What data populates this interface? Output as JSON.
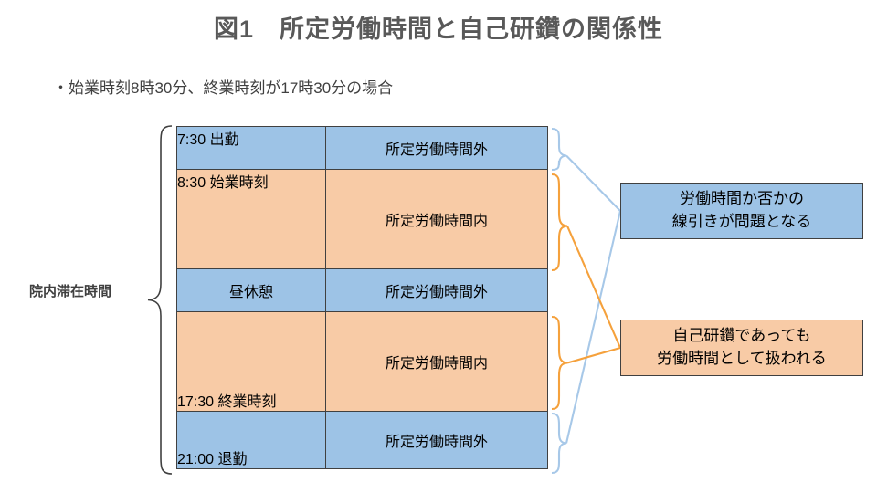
{
  "title": "図1　所定労働時間と自己研鑽の関係性",
  "subtitle": "・始業時刻8時30分、終業時刻が17時30分の場合",
  "left_bracket_label": "院内滞在時間",
  "table": {
    "rows": [
      {
        "time": "7:30 出勤",
        "category": "所定労働時間外",
        "color": "blue",
        "align": "top"
      },
      {
        "time": "8:30 始業時刻",
        "category": "所定労働時間内",
        "color": "orange",
        "align": "top"
      },
      {
        "time": "昼休憩",
        "category": "所定労働時間外",
        "color": "blue",
        "align": "middle"
      },
      {
        "time": "17:30 終業時刻",
        "category": "所定労働時間内",
        "color": "orange",
        "align": "bottom"
      },
      {
        "time": "21:00 退勤",
        "category": "所定労働時間外",
        "color": "blue",
        "align": "bottom"
      }
    ]
  },
  "callouts": {
    "blue": {
      "line1": "労働時間か否かの",
      "line2": "線引きが問題となる"
    },
    "orange": {
      "line1": "自己研鑽であっても",
      "line2": "労働時間として扱われる"
    }
  },
  "colors": {
    "blue_fill": "#9DC3E6",
    "orange_fill": "#F8CBA6",
    "border": "#404040",
    "blue_connector": "#A7C8E8",
    "orange_connector": "#F5A13C",
    "title_text": "#595959"
  }
}
